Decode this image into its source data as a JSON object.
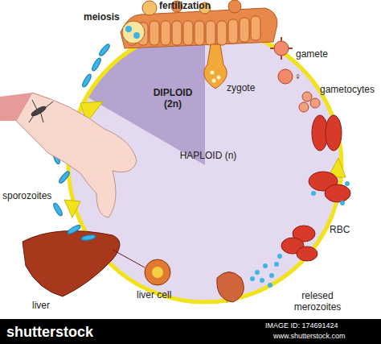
{
  "diagram": {
    "labels": [
      "fertilization",
      "meiosis",
      "zygote",
      "gamete",
      "♀",
      "gametocytes",
      "DIPLOID (2n)",
      "HAPLOID (n)",
      "sporozoites",
      "liver",
      "liver cell",
      "RBC",
      "relesed merozoites",
      "shutterstock",
      "IMAGE ID: 174691424",
      "www.shutterstock.com"
    ]
  }
}
